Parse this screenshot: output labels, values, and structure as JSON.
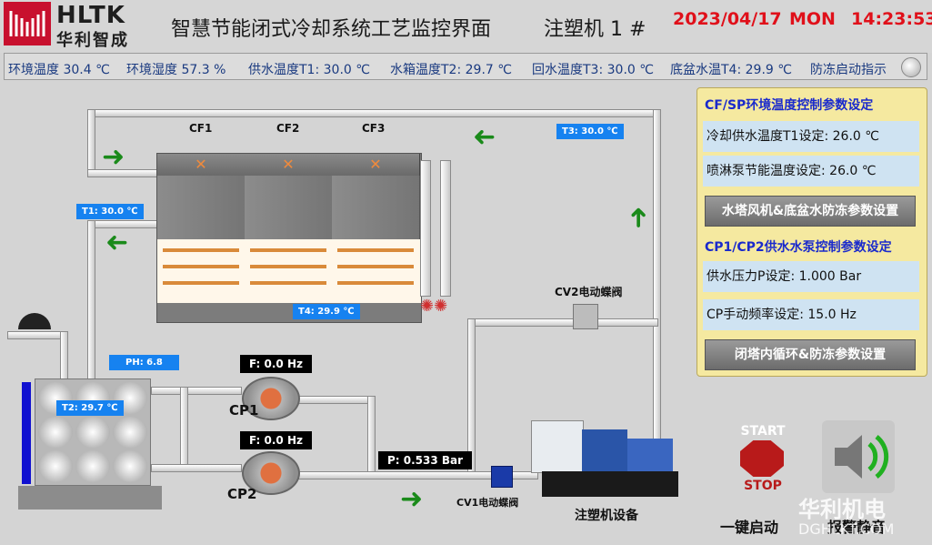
{
  "header": {
    "logo_text": "HLTK",
    "logo_sub": "华利智成",
    "title": "智慧节能闭式冷却系统工艺监控界面",
    "machine": "注塑机 1 #",
    "date": "2023/04/17",
    "day": "MON",
    "time": "14:23:53"
  },
  "status": {
    "env_temp": "环境温度 30.4 ℃",
    "env_humidity": "环境湿度 57.3 %",
    "supply_temp": "供水温度T1:  30.0 ℃",
    "tank_temp": "水箱温度T2:  29.7 ℃",
    "return_temp": "回水温度T3:  30.0 ℃",
    "basin_temp": "底盆水温T4:  29.9 ℃",
    "antifreeze": "防冻启动指示"
  },
  "tower": {
    "fans": [
      "CF1",
      "CF2",
      "CF3"
    ],
    "t1": "T1:  30.0 ℃",
    "t3": "T3:  30.0 ℃",
    "t4": "T4:  29.9 ℃"
  },
  "tank": {
    "ph": "PH:  6.8",
    "t2": "T2:  29.7 ℃"
  },
  "pumps": {
    "cp1_label": "CP1",
    "cp2_label": "CP2",
    "cp1_freq": "F:  0.0 Hz",
    "cp2_freq": "F:  0.0 Hz",
    "pressure": "P:  0.533 Bar"
  },
  "valves": {
    "cv1": "CV1电动蝶阀",
    "cv2": "CV2电动蝶阀"
  },
  "machine_label": "注塑机设备",
  "panel": {
    "head1": "CF/SP环境温度控制参数设定",
    "row1": "冷却供水温度T1设定:   26.0  ℃",
    "row2": "喷淋泵节能温度设定:   26.0  ℃",
    "btn1": "水塔风机&底盆水防冻参数设置",
    "head2": "CP1/CP2供水水泵控制参数设定",
    "row3": "供水压力P设定:   1.000  Bar",
    "row4": "CP手动频率设定:   15.0  Hz",
    "btn2": "闭塔内循环&防冻参数设置"
  },
  "controls": {
    "start_top": "START",
    "start_bottom": "STOP",
    "start_label": "一键启动",
    "alarm_label": "报警静音"
  },
  "watermark": {
    "line1": "华利机电",
    "line2": "DGHLKT.COM"
  },
  "colors": {
    "accent_red": "#e0101a",
    "tag_blue": "#1682f0",
    "arrow_green": "#1a8a1a",
    "panel_yellow": "#f5e9a0"
  }
}
